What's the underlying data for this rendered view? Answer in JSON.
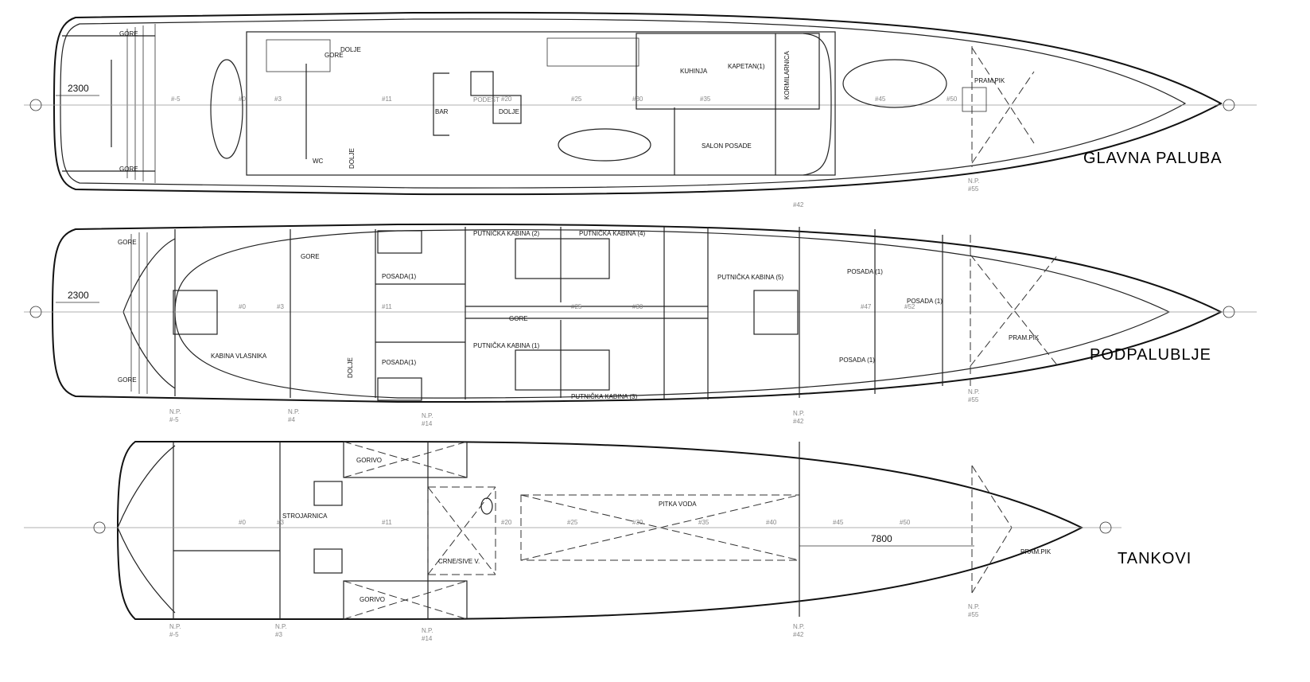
{
  "decks": {
    "main": {
      "title": "GLAVNA PALUBA",
      "dim": "2300",
      "labels": {
        "gore1": "GORE",
        "gore2": "GORE",
        "gore3": "GORE",
        "dolje1": "DOLJE",
        "dolje2": "DOLJE",
        "dolje3": "DOLJE",
        "wc": "WC",
        "bar": "BAR",
        "podest": "PODEST",
        "kuhinja": "KUHINJA",
        "kapetan": "KAPETAN(1)",
        "kormilarnica": "KORMILARNICA",
        "salon": "SALON POSADE",
        "prampik": "PRAM.PIK"
      },
      "frames": [
        "#-5",
        "#0",
        "#3",
        "#11",
        "#20",
        "#25",
        "#30",
        "#35",
        "#45",
        "#50"
      ],
      "np": [
        "N.P.",
        "#55"
      ],
      "np42": "#42"
    },
    "lower": {
      "title": "PODPALUBLJE",
      "dim": "2300",
      "labels": {
        "gore1": "GORE",
        "gore2": "GORE",
        "gore3": "GORE",
        "gore4": "GORE",
        "dolje": "DOLJE",
        "vlasnik": "KABINA VLASNIKA",
        "posada1": "POSADA(1)",
        "posada2": "POSADA(1)",
        "pk1": "PUTNIČKA KABINA (1)",
        "pk2": "PUTNIČKA KABINA (2)",
        "pk3": "PUTNIČKA KABINA (3)",
        "pk4": "PUTNIČKA KABINA (4)",
        "pk5": "PUTNIČKA KABINA (5)",
        "posada3": "POSADA (1)",
        "posada4": "POSADA (1)",
        "posada5": "POSADA (1)",
        "prampik": "PRAM.PIK"
      },
      "frames": [
        "#0",
        "#3",
        "#11",
        "#25",
        "#30",
        "#47",
        "#52"
      ],
      "np": [
        [
          "N.P.",
          "#-5"
        ],
        [
          "N.P.",
          "#4"
        ],
        [
          "N.P.",
          "#14"
        ],
        [
          "N.P.",
          "#42"
        ],
        [
          "N.P.",
          "#55"
        ]
      ]
    },
    "tanks": {
      "title": "TANKOVI",
      "dim": "7800",
      "labels": {
        "gorivo1": "GORIVO",
        "gorivo2": "GORIVO",
        "strojarnica": "STROJARNICA",
        "crne": "CRNE/SIVE V.",
        "pitka": "PITKA VODA",
        "prampik": "PRAM.PIK"
      },
      "frames": [
        "#0",
        "#3",
        "#11",
        "#20",
        "#25",
        "#30",
        "#35",
        "#40",
        "#45",
        "#50"
      ],
      "np": [
        [
          "N.P.",
          "#-5"
        ],
        [
          "N.P.",
          "#3"
        ],
        [
          "N.P.",
          "#14"
        ],
        [
          "N.P.",
          "#42"
        ],
        [
          "N.P.",
          "#55"
        ]
      ]
    }
  }
}
